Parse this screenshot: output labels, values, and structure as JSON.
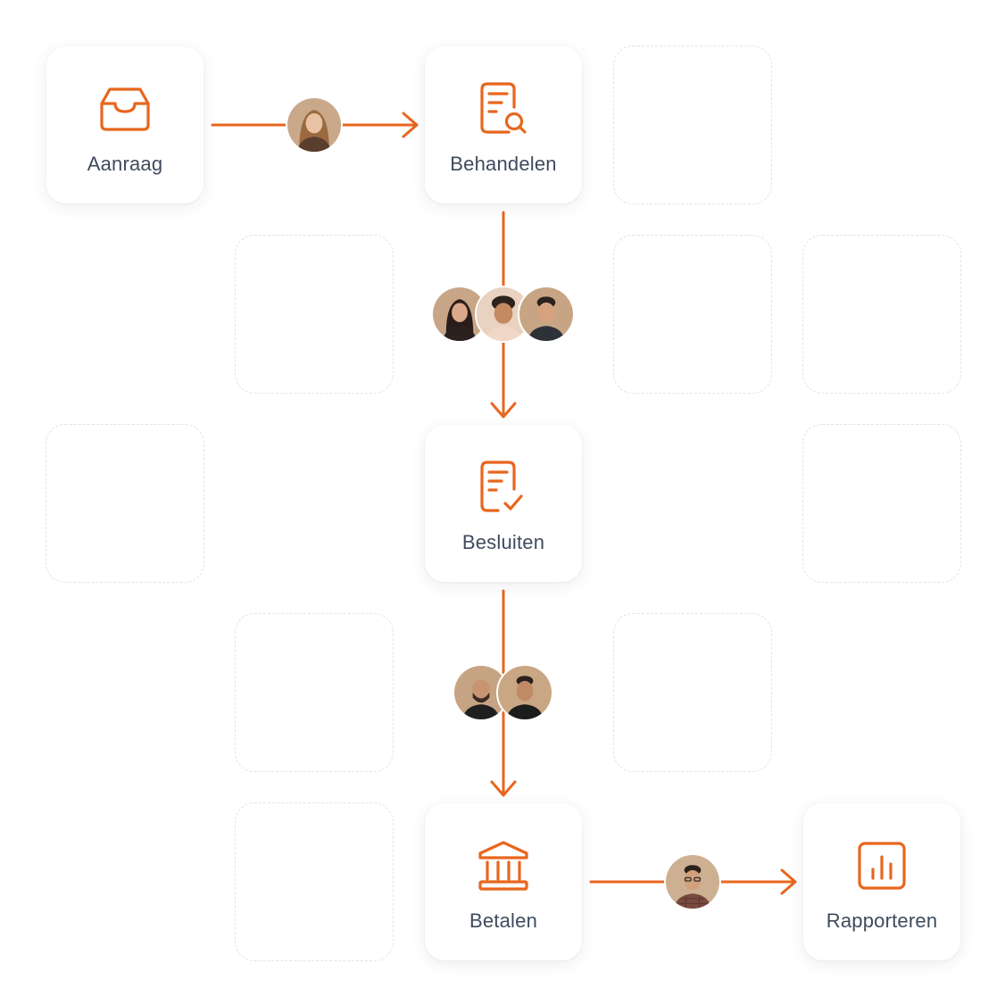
{
  "colors": {
    "accent": "#E8661E",
    "label": "#3F4A5E",
    "placeholder_border": "#E3E3E3"
  },
  "steps": [
    {
      "id": "aanraag",
      "label": "Aanraag",
      "icon": "inbox-tray-icon"
    },
    {
      "id": "behandelen",
      "label": "Behandelen",
      "icon": "document-search-icon"
    },
    {
      "id": "besluiten",
      "label": "Besluiten",
      "icon": "document-check-icon"
    },
    {
      "id": "betalen",
      "label": "Betalen",
      "icon": "bank-building-icon"
    },
    {
      "id": "rapporteren",
      "label": "Rapporteren",
      "icon": "bar-chart-icon"
    }
  ],
  "connections": [
    {
      "from": "aanraag",
      "to": "behandelen",
      "avatars": [
        "woman-long-hair-avatar"
      ]
    },
    {
      "from": "behandelen",
      "to": "besluiten",
      "avatars": [
        "woman-dark-hair-avatar",
        "man-curly-hair-avatar",
        "man-dark-shirt-avatar"
      ]
    },
    {
      "from": "besluiten",
      "to": "betalen",
      "avatars": [
        "man-beard-glasses-avatar",
        "man-beard-black-shirt-avatar"
      ]
    },
    {
      "from": "betalen",
      "to": "rapporteren",
      "avatars": [
        "man-glasses-plaid-shirt-avatar"
      ]
    }
  ]
}
